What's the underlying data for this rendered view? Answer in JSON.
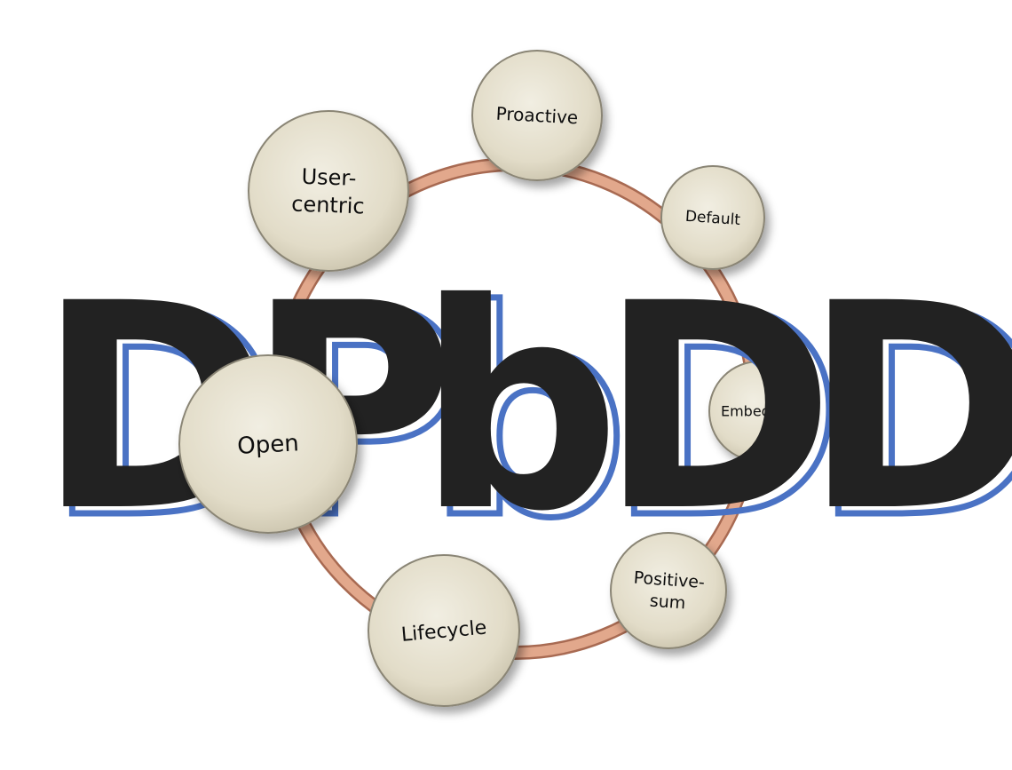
{
  "diagram": {
    "cycle_nodes": [
      {
        "id": "proactive",
        "lines": [
          "Proactive"
        ]
      },
      {
        "id": "default",
        "lines": [
          "Default"
        ]
      },
      {
        "id": "embedded",
        "lines": [
          "Embedded"
        ]
      },
      {
        "id": "positive-sum",
        "lines": [
          "Positive-",
          "sum"
        ]
      },
      {
        "id": "lifecycle",
        "lines": [
          "Lifecycle"
        ]
      },
      {
        "id": "open",
        "lines": [
          "Open"
        ]
      },
      {
        "id": "user-centric",
        "lines": [
          "User-",
          "centric"
        ]
      }
    ],
    "overlay_letters": [
      "D",
      "P",
      "b",
      "D",
      "D"
    ],
    "colors": {
      "ring": "#e2a88c",
      "ring_edge": "#a86a52",
      "node_fill": "#e4dfcd",
      "node_edge": "#8a8575",
      "letters": "#222222",
      "letter_shadow": "#4a72c4"
    }
  }
}
